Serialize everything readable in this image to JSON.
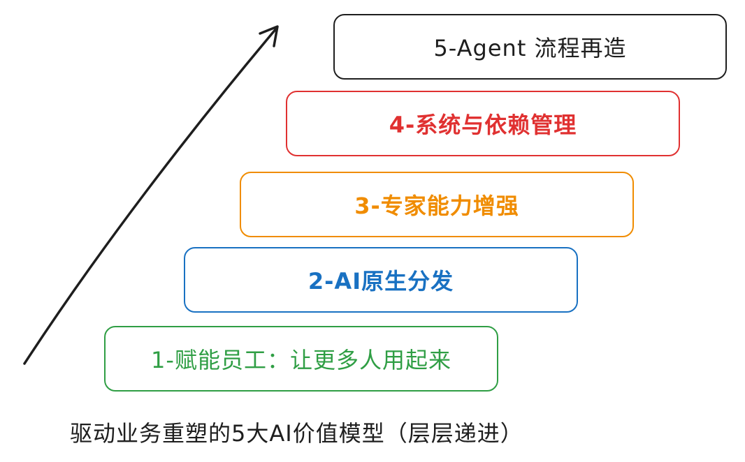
{
  "steps": [
    {
      "label": "1-赋能员工：让更多人用起来",
      "color": "#2f9e44"
    },
    {
      "label": "2-AI原生分发",
      "color": "#1971c2"
    },
    {
      "label": "3-专家能力增强",
      "color": "#f08c00"
    },
    {
      "label": "4-系统与依赖管理",
      "color": "#e03131"
    },
    {
      "label": "5-Agent 流程再造",
      "color": "#1e1e1e"
    }
  ],
  "caption": "驱动业务重塑的5大AI价值模型（层层递进）",
  "arrow": {
    "icon": "diagonal-arrow-up-right",
    "color": "#1e1e1e"
  }
}
